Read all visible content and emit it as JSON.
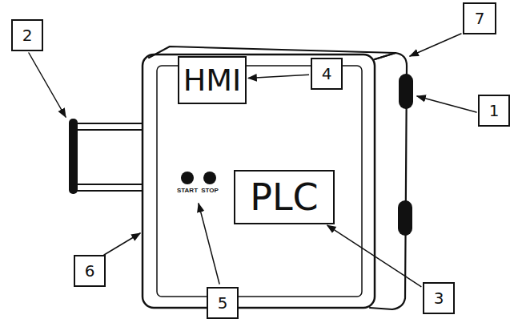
{
  "diagram": {
    "nodes": [
      {
        "text": [
          "2"
        ]
      },
      {
        "text": [
          "7"
        ]
      },
      {
        "text": [
          "HMI"
        ]
      },
      {
        "text": [
          "4"
        ]
      },
      {
        "text": [
          "1"
        ]
      },
      {
        "text": [
          "PLC"
        ]
      },
      {
        "text": [
          "6"
        ]
      },
      {
        "text": [
          "5"
        ]
      },
      {
        "text": [
          "3"
        ]
      }
    ],
    "edges": [
      {
        "from": 3,
        "to": 2,
        "arrow": "to"
      },
      {
        "from": 8,
        "to": 5,
        "arrow": "to"
      }
    ],
    "labels": [
      "START",
      "STOP"
    ]
  }
}
